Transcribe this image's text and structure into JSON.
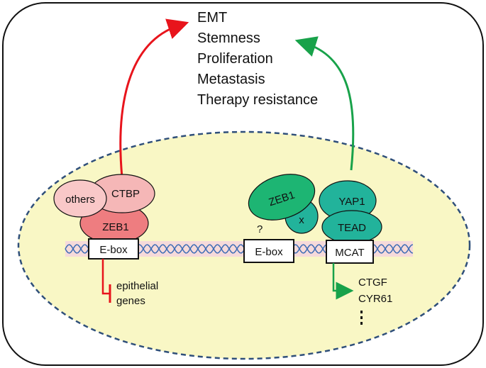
{
  "outcomes": [
    "EMT",
    "Stemness",
    "Proliferation",
    "Metastasis",
    "Therapy resistance"
  ],
  "left_complex": {
    "others": "others",
    "ctbp": "CTBP",
    "zeb1": "ZEB1",
    "ebox": "E-box",
    "target_lines": [
      "epithelial",
      "genes"
    ]
  },
  "right_complex": {
    "zeb1": "ZEB1",
    "x": "x",
    "yap1": "YAP1",
    "tead": "TEAD",
    "question": "?",
    "ebox": "E-box",
    "mcat": "MCAT",
    "targets": [
      "CTGF",
      "CYR61"
    ]
  },
  "colors": {
    "nucleus_fill": "#f9f7c5",
    "nucleus_border": "#2f4f7a",
    "red_arrow": "#e8141c",
    "green_arrow": "#18a24a",
    "inhibit": "#e8141c",
    "left_pink_light": "#f9c8c8",
    "left_pink_mid": "#f5b7b7",
    "left_zeb1": "#ee7d80",
    "right_green": "#1db573",
    "right_teal": "#22b39b",
    "dna_band": "#f6dada",
    "dna_strand": "#3e6db5"
  },
  "icons": [
    "dna-helix-icon",
    "activation-arrow-icon",
    "inhibition-bar-icon"
  ]
}
